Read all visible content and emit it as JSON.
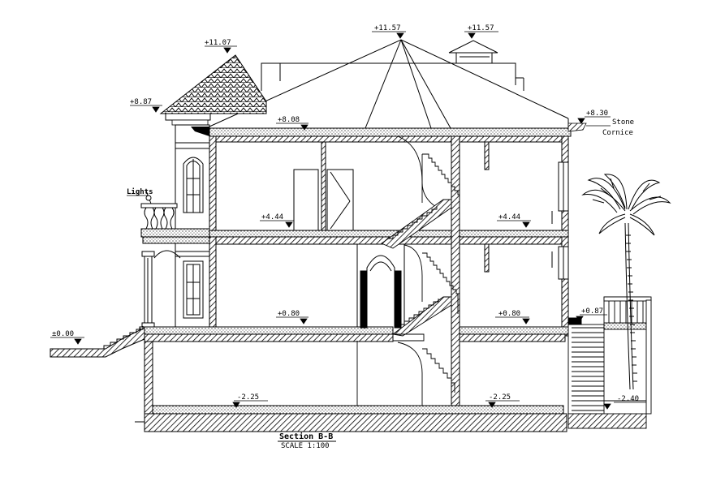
{
  "drawing": {
    "title": "Section B-B",
    "scale": "SCALE 1:100"
  },
  "levels": {
    "ground": "±0.00",
    "porch_roof": "+8.87",
    "tower_top": "+11.07",
    "ridge": "+11.57",
    "chimney_top": "+11.57",
    "roof_slab": "+8.08",
    "eave": "+8.30",
    "first_floor_left": "+4.44",
    "first_floor_right": "+4.44",
    "ground_floor_left": "+0.80",
    "ground_floor_right": "+0.80",
    "terrace": "+0.87",
    "basement_left": "-2.25",
    "basement_right": "-2.25",
    "outside_low": "-2.40"
  },
  "annotations": {
    "lights": "Lights",
    "stone": "Stone",
    "cornice": "Cornice"
  }
}
